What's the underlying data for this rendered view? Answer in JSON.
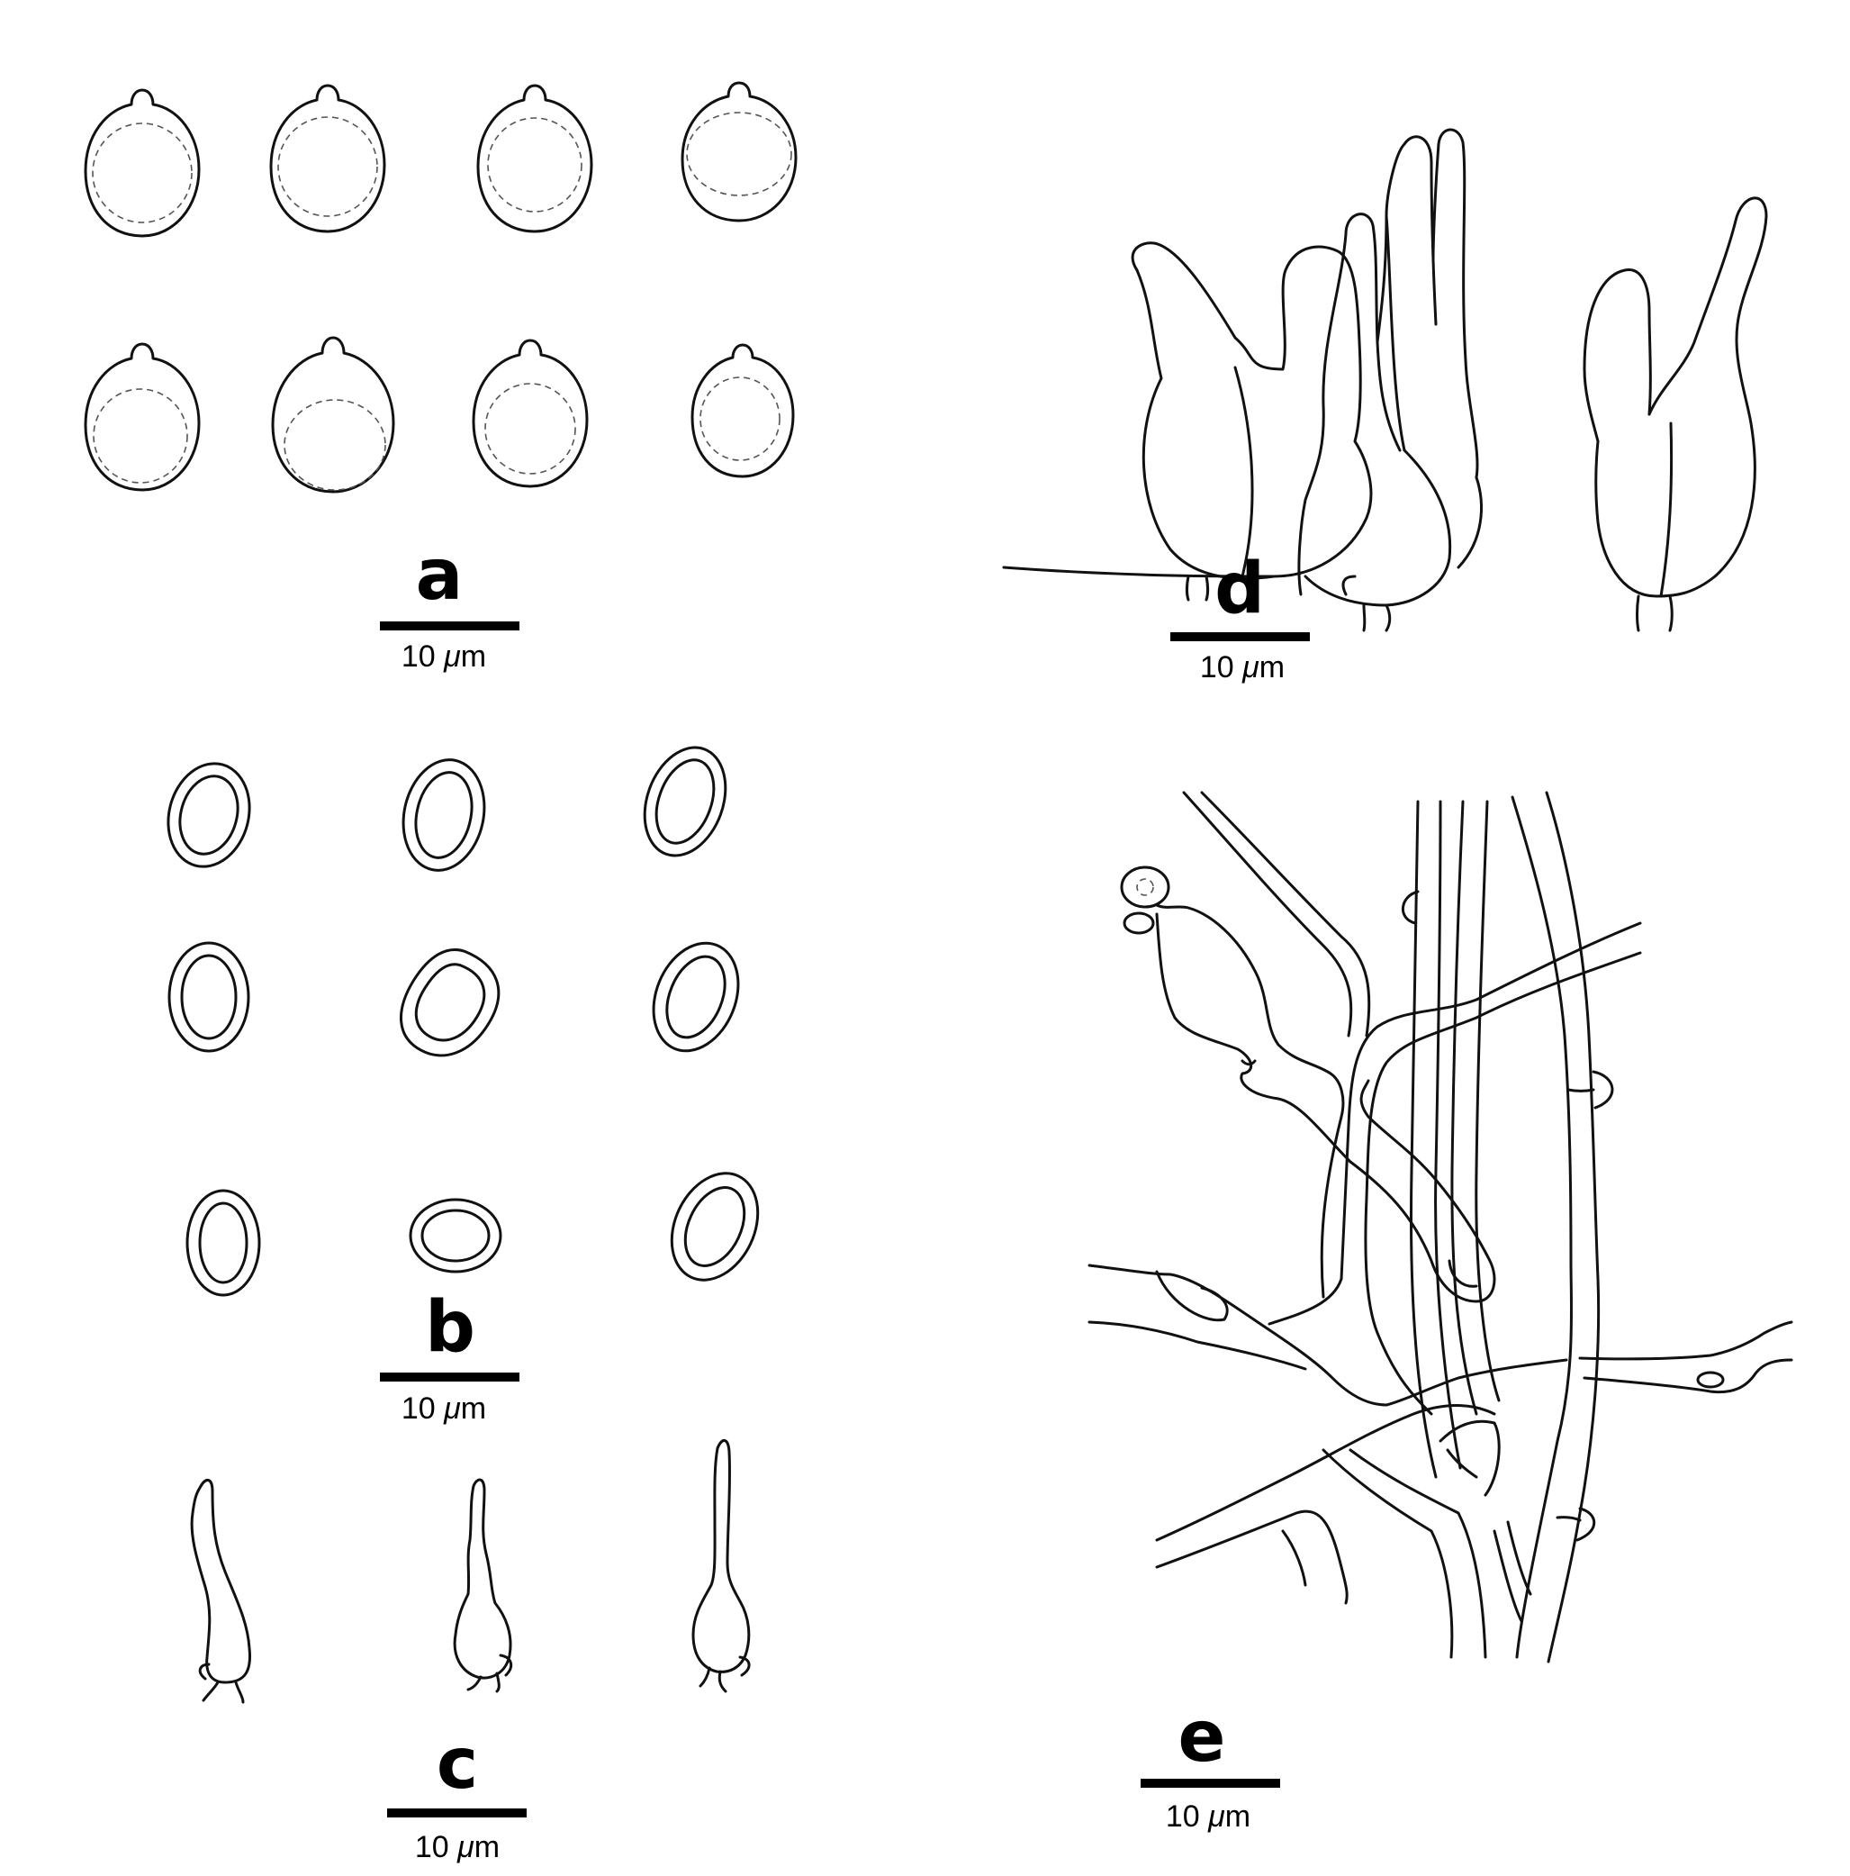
{
  "panels": {
    "a": {
      "letter": "a",
      "scale": {
        "value": "10",
        "unit_prefix": "μ",
        "unit_suffix": "m"
      }
    },
    "b": {
      "letter": "b",
      "scale": {
        "value": "10",
        "unit_prefix": "μ",
        "unit_suffix": "m"
      }
    },
    "c": {
      "letter": "c",
      "scale": {
        "value": "10",
        "unit_prefix": "μ",
        "unit_suffix": "m"
      }
    },
    "d": {
      "letter": "d",
      "scale": {
        "value": "10",
        "unit_prefix": "μ",
        "unit_suffix": "m"
      }
    },
    "e": {
      "letter": "e",
      "scale": {
        "value": "10",
        "unit_prefix": "μ",
        "unit_suffix": "m"
      }
    }
  },
  "colors": {
    "ink": "#111111",
    "background": "#ffffff"
  }
}
